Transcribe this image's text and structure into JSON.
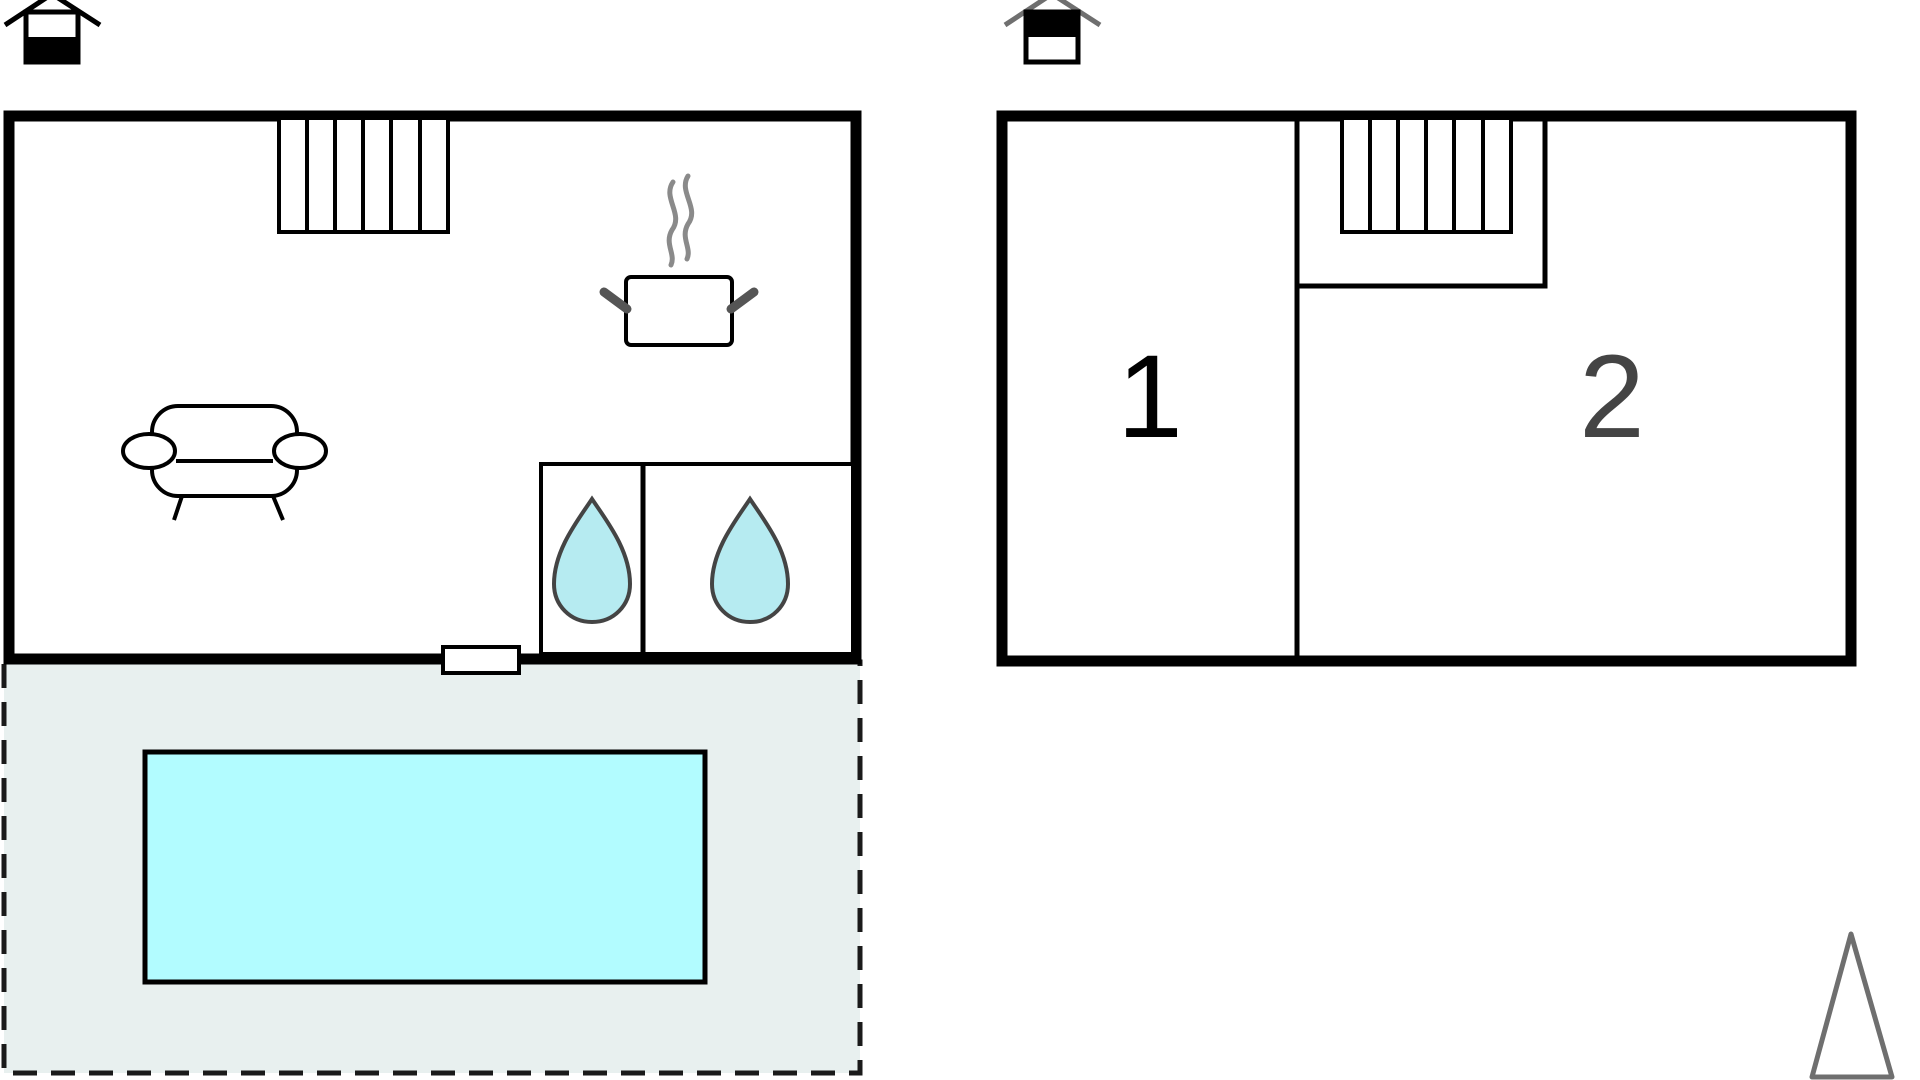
{
  "floors": [
    {
      "id": "ground-floor",
      "rooms": [
        {
          "id": "living-area",
          "icons": [
            "sofa-icon",
            "cooking-pot-icon"
          ]
        },
        {
          "id": "bathroom-1",
          "icons": [
            "water-drop-icon"
          ]
        },
        {
          "id": "bathroom-2",
          "icons": [
            "water-drop-icon"
          ]
        }
      ],
      "outdoor": {
        "terrace": true,
        "pool": true
      }
    },
    {
      "id": "upper-floor",
      "rooms": [
        {
          "id": "bedroom-1",
          "label": "1"
        },
        {
          "id": "bedroom-2",
          "label": "2"
        }
      ]
    }
  ],
  "colors": {
    "wall": "#000000",
    "pool_water": "#b2fcff",
    "terrace": "#e8f0ef",
    "water_drop": "#b6ebf1",
    "north_arrow": "#6f6f6f"
  },
  "icons": [
    "house-floor-icon",
    "stairs-icon",
    "north-arrow-icon"
  ]
}
